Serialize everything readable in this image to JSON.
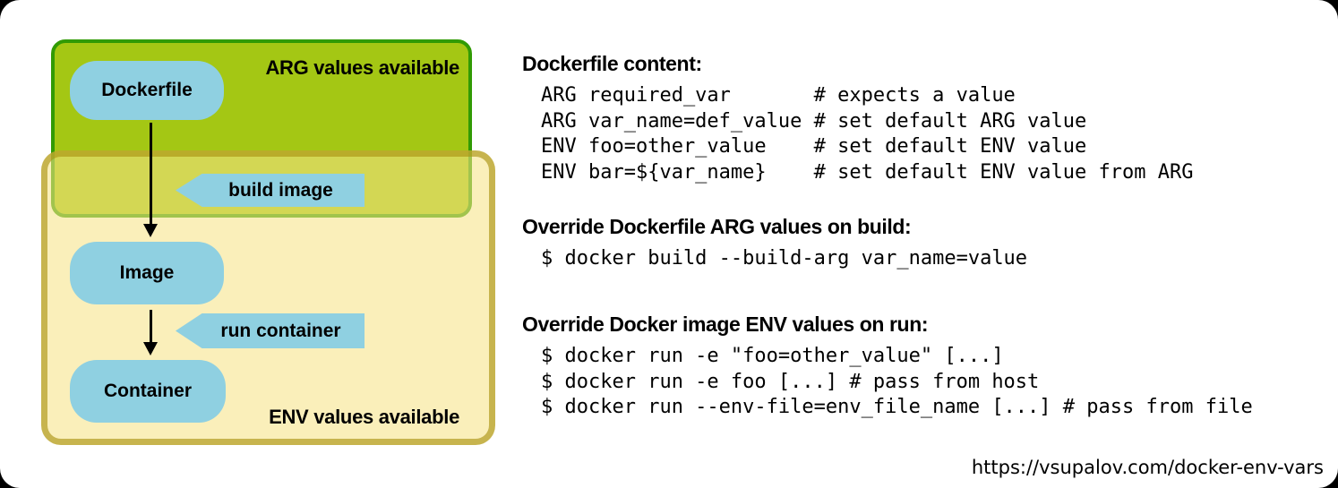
{
  "diagram": {
    "arg_zone_label": "ARG values available",
    "env_zone_label": "ENV values available",
    "nodes": {
      "dockerfile": "Dockerfile",
      "image": "Image",
      "container": "Container"
    },
    "build_tag_label": "build image",
    "run_tag_label": "run container"
  },
  "sections": [
    {
      "heading": "Dockerfile content:",
      "code": "ARG required_var       # expects a value\nARG var_name=def_value # set default ARG value\nENV foo=other_value    # set default ENV value\nENV bar=${var_name}    # set default ENV value from ARG"
    },
    {
      "heading": "Override Dockerfile ARG values on build:",
      "code": "$ docker build --build-arg var_name=value"
    },
    {
      "heading": "Override Docker image ENV values on run:",
      "code": "$ docker run -e \"foo=other_value\" [...]\n$ docker run -e foo [...] # pass from host\n$ docker run --env-file=env_file_name [...] # pass from file"
    }
  ],
  "footer_url": "https://vsupalov.com/docker-env-vars",
  "colors": {
    "arg_zone_fill": "#a4c714",
    "arg_zone_border": "#319b04",
    "env_zone_fill": "rgba(247,226,133,0.57)",
    "env_zone_border": "rgba(170,148,20,0.65)",
    "node_fill": "#8fd0e1",
    "arrow_color": "#000000"
  }
}
